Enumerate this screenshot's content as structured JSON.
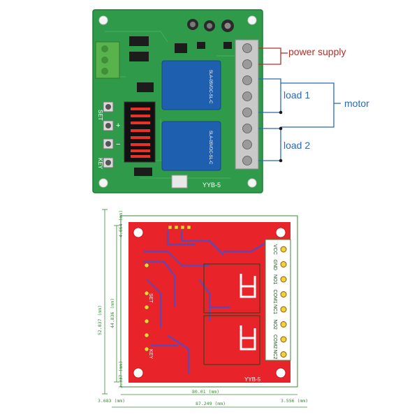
{
  "top_photo": {
    "board_label": "YYB-5",
    "relay_text": "SLA-05VDC-SL-C",
    "button_labels": {
      "set": "SET",
      "plus": "+",
      "minus": "−",
      "key": "KEY"
    },
    "callouts": {
      "power_supply": "power supply",
      "load1": "load 1",
      "load2": "load 2",
      "motor": "motor"
    },
    "colors": {
      "pcb_green": "#2f9a4a",
      "relay_blue": "#1f5fb0",
      "callout_red": "#b3302a",
      "callout_blue": "#2b68b8"
    }
  },
  "bottom_layout": {
    "board_label": "YYB-5",
    "silk_set": "SET",
    "silk_key": "KEY",
    "terminal_labels": [
      "VCC",
      "GND",
      "NO1",
      "COM1",
      "NC1",
      "NO2",
      "COM2",
      "NC2"
    ],
    "dimensions": {
      "height_overall": "52.837 (mm)",
      "height_inner": "44.836 (mm)",
      "height_top": "4.664 (mm)",
      "height_bottom": "3.337 (mm)",
      "width_inner": "80.01 (mm)",
      "width_overall": "87.249 (mm)",
      "width_left": "3.683 (mm)",
      "width_right": "3.556 (mm)"
    },
    "colors": {
      "board_red": "#e8232a",
      "trace_blue": "#5a4ab8",
      "dim_green": "#3c8a3c"
    }
  }
}
